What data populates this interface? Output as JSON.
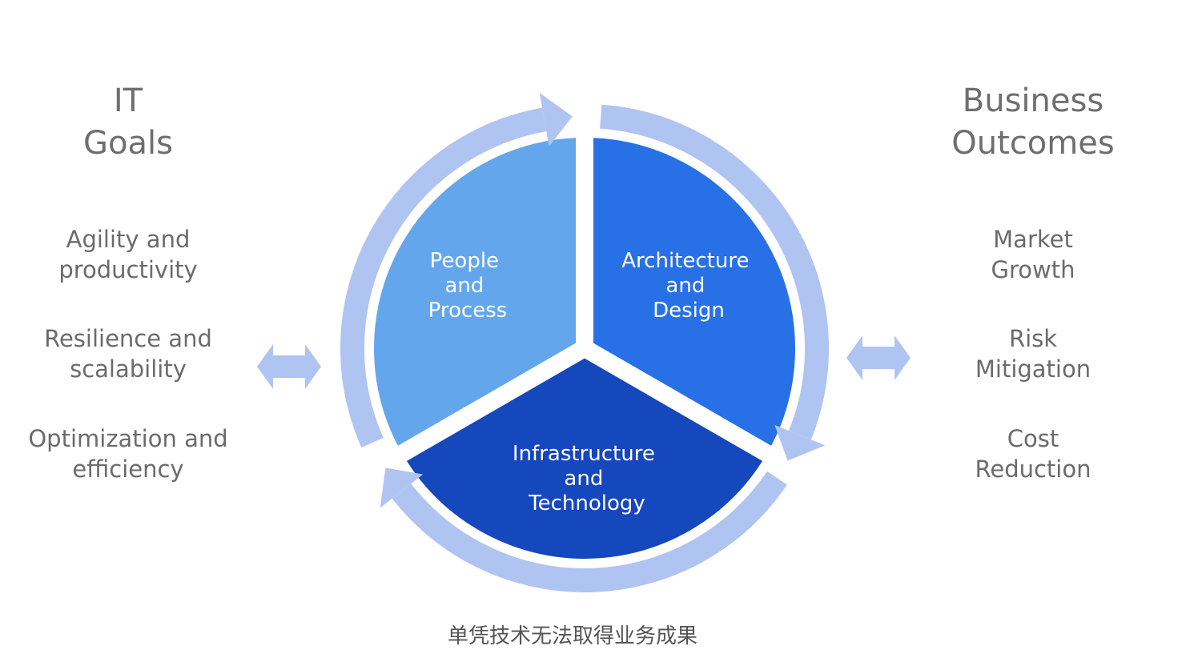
{
  "left": {
    "title_line1": "IT",
    "title_line2": "Goals",
    "items": [
      {
        "line1": "Agility and",
        "line2": "productivity"
      },
      {
        "line1": "Resilience and",
        "line2": "scalability"
      },
      {
        "line1": "Optimization and",
        "line2": "efficiency"
      }
    ]
  },
  "right": {
    "title_line1": "Business",
    "title_line2": "Outcomes",
    "items": [
      {
        "line1": "Market",
        "line2": "Growth"
      },
      {
        "line1": "Risk",
        "line2": "Mitigation"
      },
      {
        "line1": "Cost",
        "line2": "Reduction"
      }
    ]
  },
  "cycle": {
    "segments": [
      {
        "lines": [
          "People",
          "and",
          "Process"
        ],
        "color": "#64a6ec"
      },
      {
        "lines": [
          "Architecture",
          "and",
          "Design"
        ],
        "color": "#2870e6"
      },
      {
        "lines": [
          "Infrastructure",
          "and",
          "Technology"
        ],
        "color": "#1547bd"
      }
    ],
    "ring_color": "#b0c4f2"
  },
  "caption": "单凭技术无法取得业务成果"
}
